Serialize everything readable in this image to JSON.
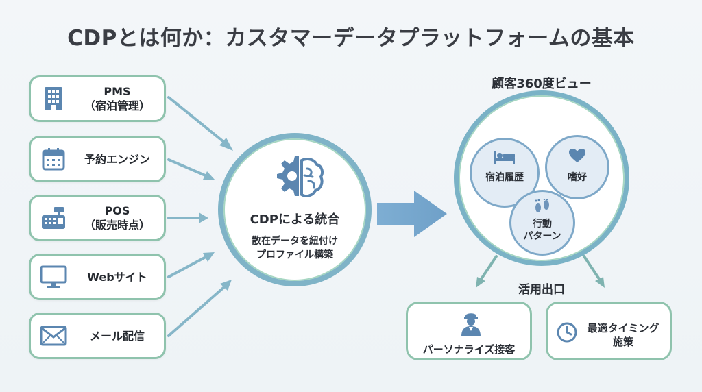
{
  "title": "CDPとは何か：カスタマーデータプラットフォームの基本",
  "sources": [
    {
      "line1": "PMS",
      "line2": "（宿泊管理）",
      "icon": "building-icon"
    },
    {
      "line1": "予約エンジン",
      "line2": "",
      "icon": "calendar-icon"
    },
    {
      "line1": "POS",
      "line2": "（販売時点）",
      "icon": "cash-register-icon"
    },
    {
      "line1": "Webサイト",
      "line2": "",
      "icon": "monitor-icon"
    },
    {
      "line1": "メール配信",
      "line2": "",
      "icon": "envelope-icon"
    }
  ],
  "hub": {
    "title": "CDPによる統合",
    "desc_line1": "散在データを紐付け",
    "desc_line2": "プロファイル構築",
    "icon": "gear-brain-icon"
  },
  "view": {
    "title": "顧客360度ビュー",
    "items": [
      {
        "line1": "宿泊履歴",
        "line2": "",
        "icon": "bed-icon"
      },
      {
        "line1": "嗜好",
        "line2": "",
        "icon": "heart-icon"
      },
      {
        "line1": "行動",
        "line2": "パターン",
        "icon": "footprints-icon"
      }
    ]
  },
  "outlets": {
    "title": "活用出口",
    "items": [
      {
        "line1": "パーソナライズ接客",
        "line2": "",
        "icon": "concierge-icon"
      },
      {
        "line1": "最適タイミング",
        "line2": "施策",
        "icon": "clock-icon"
      }
    ]
  },
  "colors": {
    "accent_green": "#8fc3ad",
    "accent_blue": "#7ab2c6",
    "icon_blue": "#5b86b0"
  }
}
